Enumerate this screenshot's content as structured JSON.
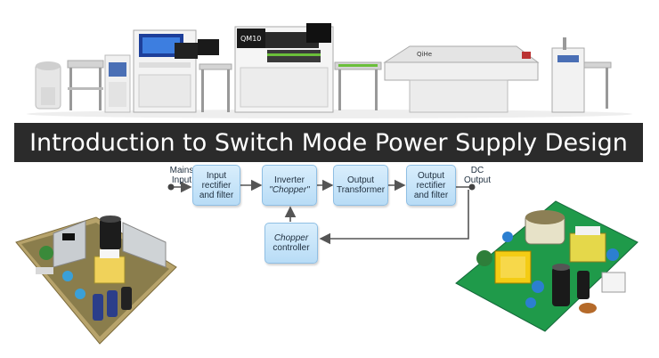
{
  "title": "Introduction to Switch Mode Power Supply Design",
  "diagram": {
    "input_label": "Mains\nInput",
    "output_label": "DC\nOutput",
    "blocks": {
      "rectifier": "Input\nrectifier\nand filter",
      "inverter_line1": "Inverter",
      "inverter_line2": "\"Chopper\"",
      "transformer": "Output\nTransformer",
      "output_filter": "Output\nrectifier\nand filter",
      "controller_line1": "Chopper",
      "controller_line2": "controller"
    }
  },
  "colors": {
    "banner_bg": "#2b2b2b",
    "block_fill": "#c9e6fa",
    "line": "#555555",
    "pcb_green": "#1f9a4a"
  }
}
